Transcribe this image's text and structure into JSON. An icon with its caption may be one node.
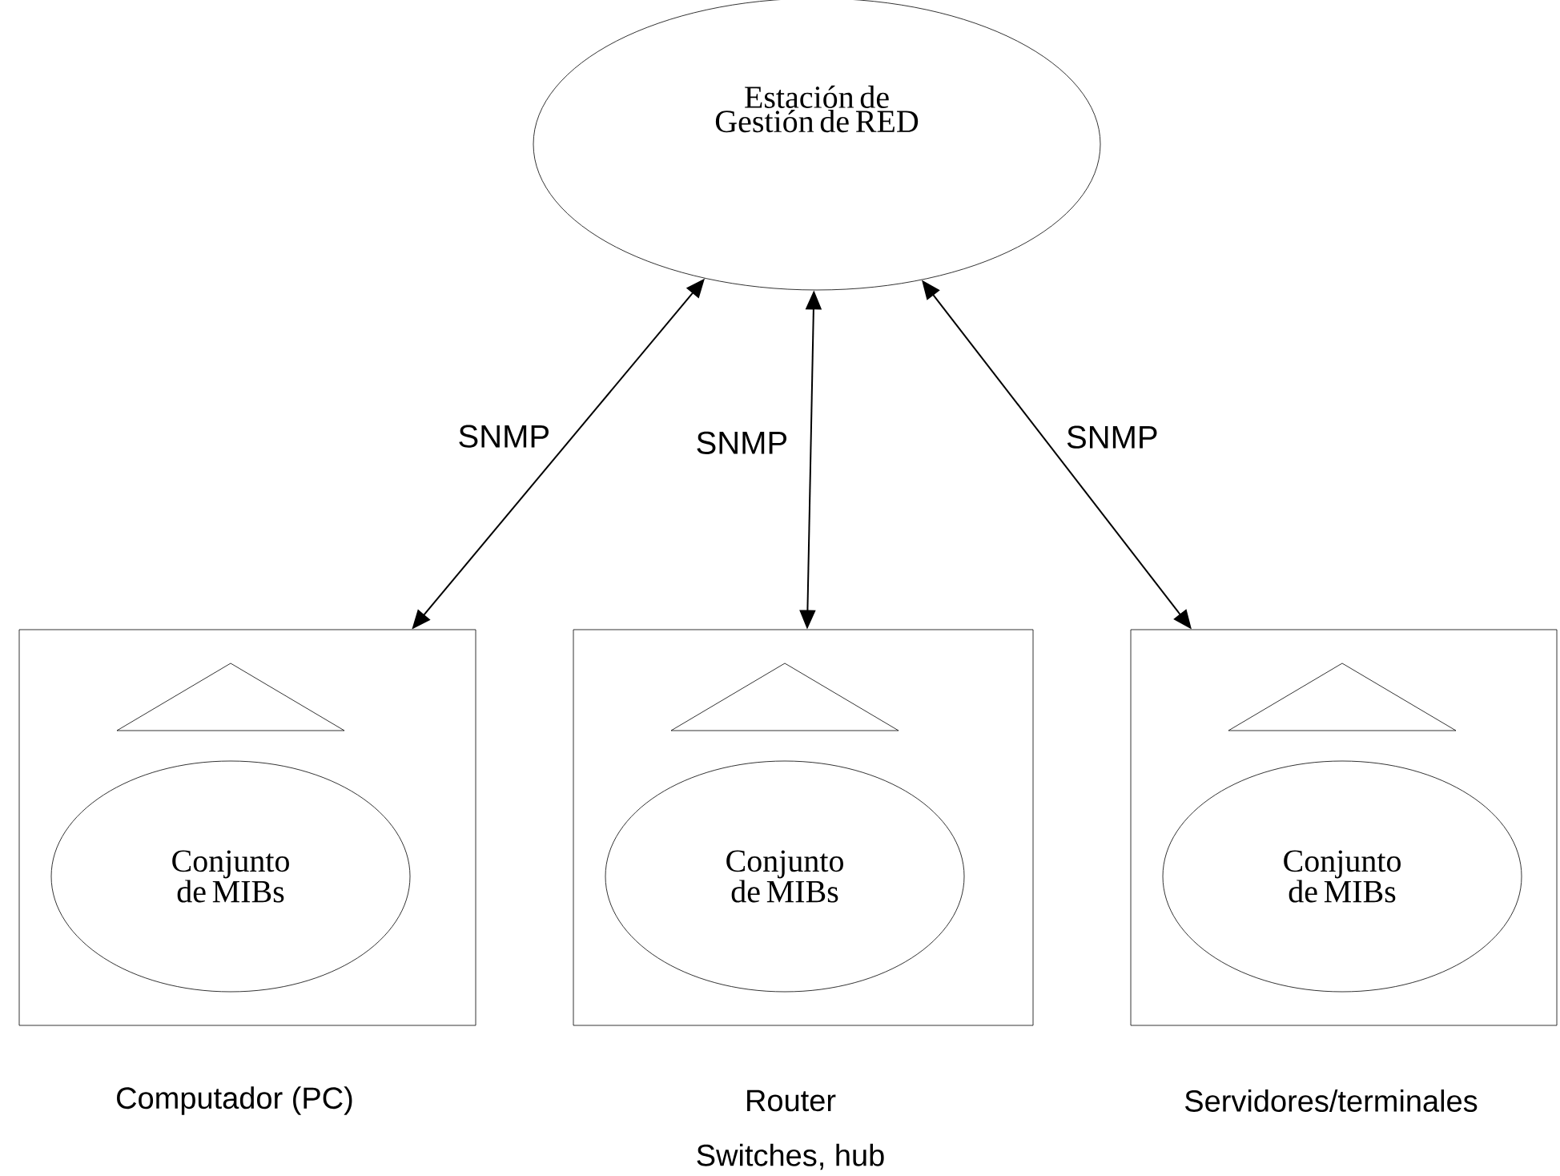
{
  "diagram": {
    "nodes": [
      {
        "text": [
          "Estación de Gestión de RED"
        ]
      },
      {
        "text": [],
        "shape": "box",
        "beside": [
          "Computador (PC)"
        ]
      },
      {
        "text": [],
        "shape": "triangle",
        "in": 1
      },
      {
        "text": [
          "Conjunto de MIBs"
        ],
        "in": 1
      },
      {
        "text": [],
        "shape": "box",
        "beside": [
          "Router",
          "Switches, hub"
        ]
      },
      {
        "text": [],
        "shape": "triangle",
        "in": 4
      },
      {
        "text": [
          "Conjunto de MIBs"
        ],
        "in": 4
      },
      {
        "text": [],
        "shape": "box",
        "beside": [
          "Servidores/terminales"
        ]
      },
      {
        "text": [],
        "shape": "triangle",
        "in": 7
      },
      {
        "text": [
          "Conjunto de MIBs"
        ],
        "in": 7
      }
    ],
    "edges": [
      {
        "from": 0,
        "to": 1,
        "arrow": "both",
        "label": "SNMP"
      },
      {
        "from": 0,
        "to": 4,
        "arrow": "both",
        "label": "SNMP"
      },
      {
        "from": 0,
        "to": 7,
        "arrow": "both",
        "label": "SNMP"
      }
    ]
  }
}
